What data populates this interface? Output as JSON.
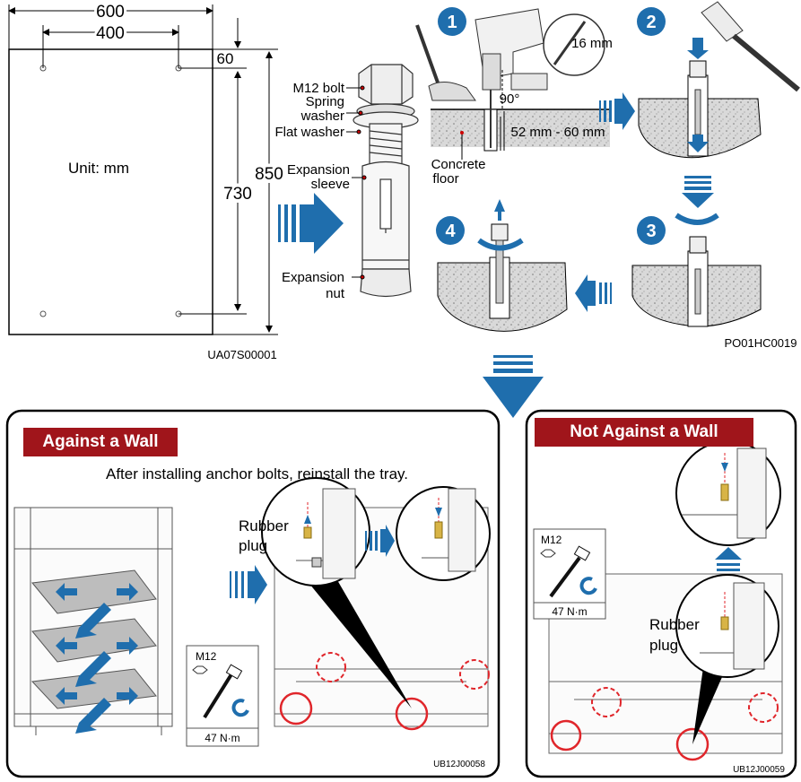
{
  "dimensions": {
    "width_top": "600",
    "width_holes": "400",
    "offset": "60",
    "depth_holes": "730",
    "depth_total": "850",
    "unit": "Unit: mm"
  },
  "parts": {
    "bolt": "M12 bolt",
    "spring_washer_1": "Spring",
    "spring_washer_2": "washer",
    "flat_washer": "Flat washer",
    "sleeve_1": "Expansion",
    "sleeve_2": "sleeve",
    "nut_1": "Expansion",
    "nut_2": "nut"
  },
  "steps": {
    "s1": "1",
    "s2": "2",
    "s3": "3",
    "s4": "4",
    "drill_bit": "16 mm",
    "angle": "90°",
    "depth": "52 mm - 60 mm",
    "concrete_1": "Concrete",
    "concrete_2": "floor"
  },
  "codes": {
    "left_top": "UA07S00001",
    "right_top": "PO01HC0019",
    "left_bottom": "UB12J00058",
    "right_bottom": "UB12J00059"
  },
  "panels": {
    "left_title": "Against a Wall",
    "right_title": "Not Against a Wall",
    "instruction": "After installing anchor bolts, reinstall the tray.",
    "rubber_1": "Rubber",
    "rubber_2": "plug"
  },
  "torque": {
    "bolt": "M12",
    "value": "47 N·m"
  },
  "colors": {
    "accent_blue": "#1f6ead",
    "title_red": "#a0151b",
    "circle_red": "#e0262b"
  }
}
